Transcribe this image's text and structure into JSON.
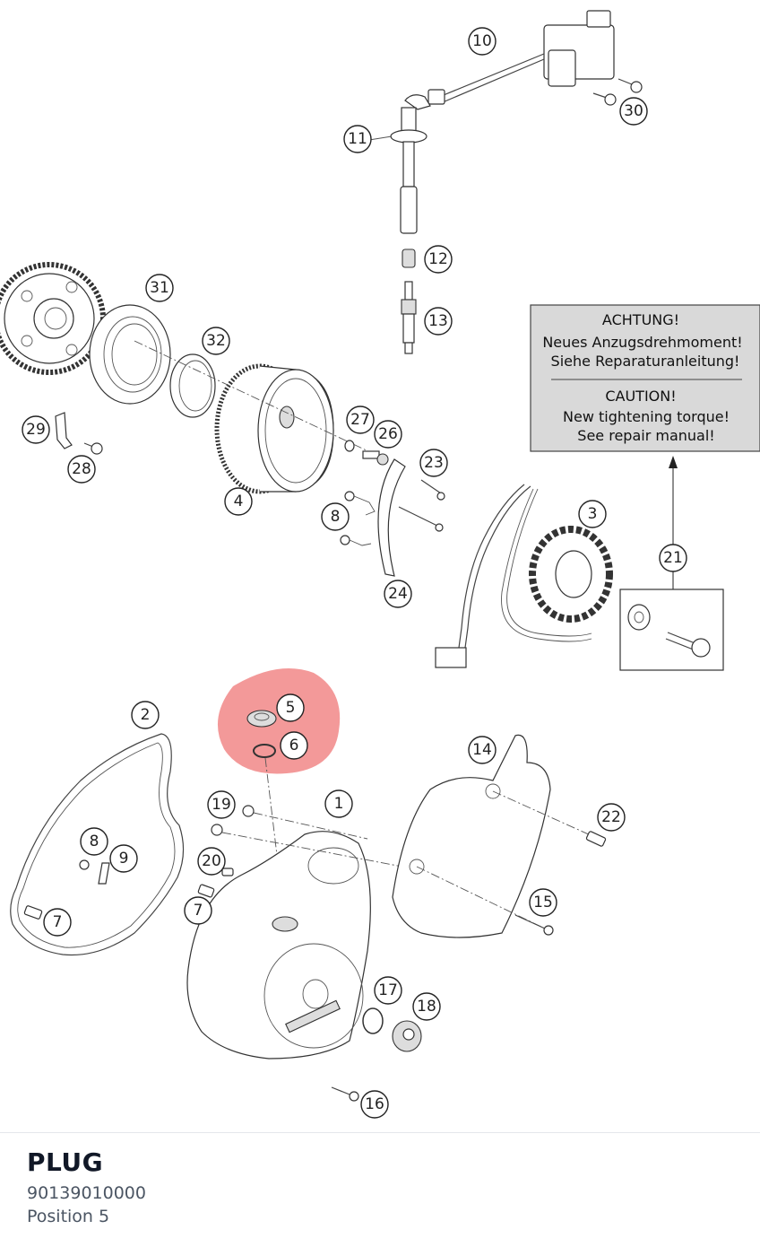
{
  "diagram": {
    "callouts": {
      "c1": "1",
      "c2": "2",
      "c3": "3",
      "c4": "4",
      "c5": "5",
      "c6": "6",
      "c7": "7",
      "c8": "8",
      "c9": "9",
      "c10": "10",
      "c11": "11",
      "c12": "12",
      "c13": "13",
      "c14": "14",
      "c15": "15",
      "c16": "16",
      "c17": "17",
      "c18": "18",
      "c19": "19",
      "c20": "20",
      "c21": "21",
      "c22": "22",
      "c23": "23",
      "c24": "24",
      "c26": "26",
      "c27": "27",
      "c28": "28",
      "c29": "29",
      "c30": "30",
      "c31": "31",
      "c32": "32"
    },
    "highlight_color": "#f08080",
    "notice": {
      "line1": "ACHTUNG!",
      "line2": "Neues Anzugsdrehmoment!",
      "line3": "Siehe Reparaturanleitung!",
      "line4": "CAUTION!",
      "line5": "New tightening torque!",
      "line6": "See repair manual!"
    }
  },
  "selected_part": {
    "name": "PLUG",
    "number": "90139010000",
    "position": "Position 5"
  }
}
